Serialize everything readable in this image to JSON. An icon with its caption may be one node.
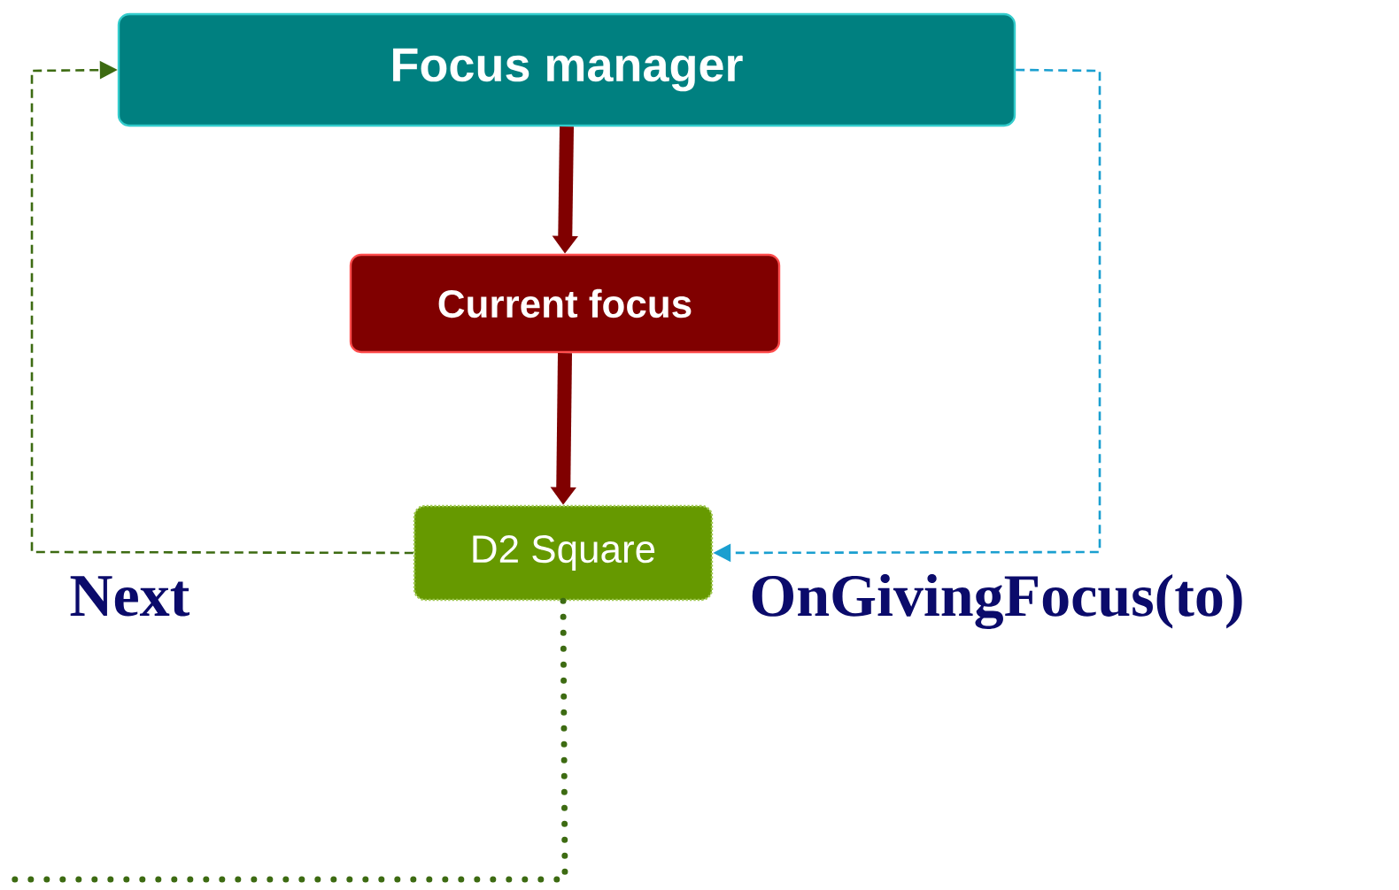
{
  "diagram": {
    "nodes": [
      {
        "text": [
          "Focus manager"
        ]
      },
      {
        "text": [
          "Current focus"
        ]
      },
      {
        "text": [
          "D2 Square"
        ]
      }
    ],
    "edges": [
      {
        "from": 0,
        "to": 1,
        "arrow": "to",
        "style": "thick",
        "color": "#800000"
      },
      {
        "from": 1,
        "to": 2,
        "arrow": "to",
        "style": "thick",
        "color": "#800000"
      },
      {
        "from": 2,
        "to": 0,
        "arrow": "to",
        "style": "dashed",
        "color": "#3d6b12",
        "label": "Next"
      },
      {
        "from": 0,
        "to": 2,
        "arrow": "to",
        "style": "dashed",
        "color": "#1a9fd0",
        "label": "OnGivingFocus(to)"
      },
      {
        "from": 2,
        "to": null,
        "arrow": "none",
        "style": "dashed",
        "color": "#3d6b12"
      }
    ]
  }
}
